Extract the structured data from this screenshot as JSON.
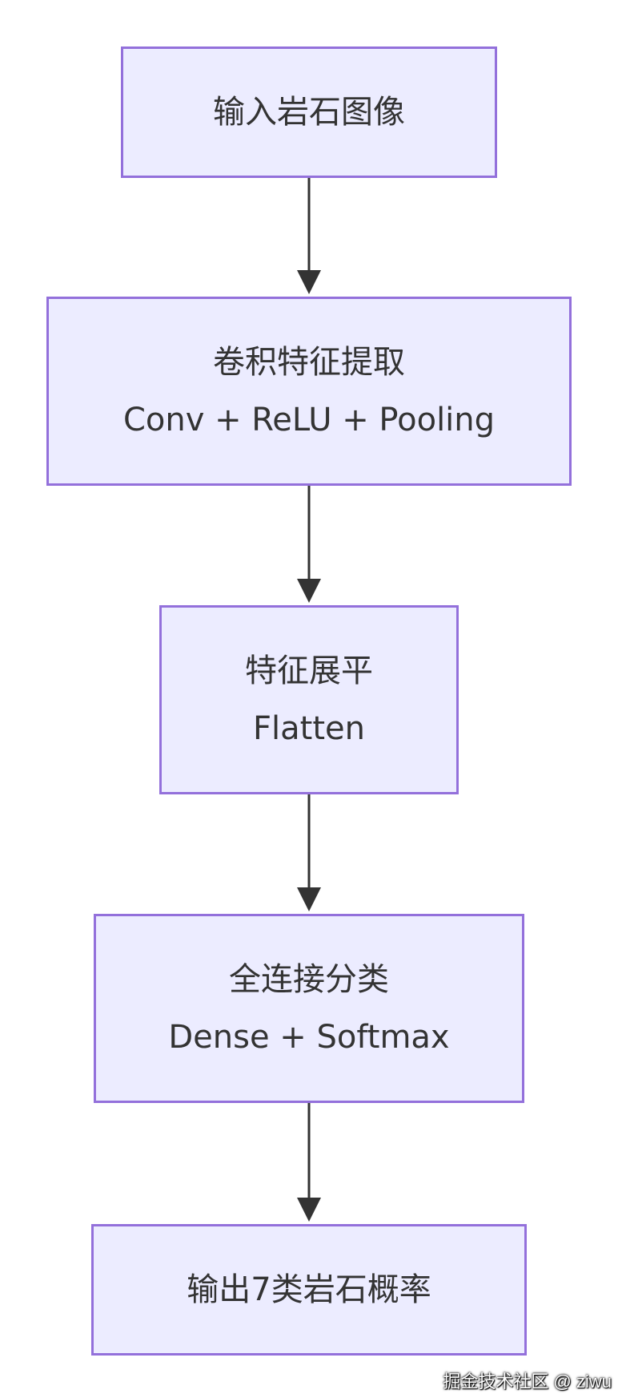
{
  "nodes": [
    {
      "id": "input-rock-image",
      "lines": [
        "输入岩石图像"
      ]
    },
    {
      "id": "conv-feature-extraction",
      "lines": [
        "卷积特征提取",
        "Conv + ReLU + Pooling"
      ]
    },
    {
      "id": "feature-flatten",
      "lines": [
        "特征展平",
        "Flatten"
      ]
    },
    {
      "id": "fully-connected-classification",
      "lines": [
        "全连接分类",
        "Dense + Softmax"
      ]
    },
    {
      "id": "output-probabilities",
      "lines": [
        "输出7类岩石概率"
      ]
    }
  ],
  "edges": [
    {
      "from": "input-rock-image",
      "to": "conv-feature-extraction"
    },
    {
      "from": "conv-feature-extraction",
      "to": "feature-flatten"
    },
    {
      "from": "feature-flatten",
      "to": "fully-connected-classification"
    },
    {
      "from": "fully-connected-classification",
      "to": "output-probabilities"
    }
  ],
  "colors": {
    "node_fill": "#ECECFF",
    "node_border": "#9370DB",
    "text": "#333333",
    "edge": "#333333"
  },
  "watermark": "掘金技术社区 @ ziwu"
}
